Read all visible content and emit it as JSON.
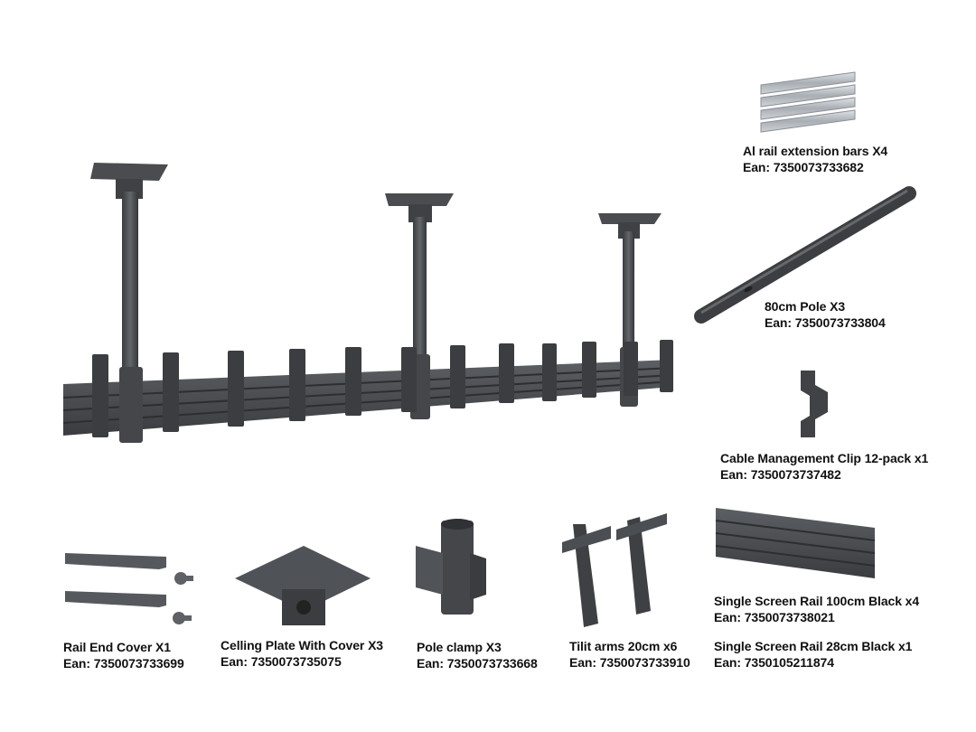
{
  "parts": [
    {
      "id": "ext-bars",
      "name": "Al rail extension bars X4",
      "ean": "Ean: 7350073733682"
    },
    {
      "id": "pole",
      "name": "80cm Pole X3",
      "ean": "Ean: 7350073733804"
    },
    {
      "id": "clip",
      "name": "Cable Management Clip 12-pack x1",
      "ean": "Ean: 7350073737482"
    },
    {
      "id": "rail-100",
      "name": "Single Screen Rail 100cm Black x4",
      "ean": "Ean: 7350073738021"
    },
    {
      "id": "rail-28",
      "name": "Single Screen Rail 28cm Black x1",
      "ean": "Ean: 7350105211874"
    },
    {
      "id": "end-cover",
      "name": "Rail End Cover X1",
      "ean": "Ean: 7350073733699"
    },
    {
      "id": "ceiling-plate",
      "name": "Celling Plate With Cover X3",
      "ean": "Ean: 7350073735075"
    },
    {
      "id": "pole-clamp",
      "name": "Pole clamp X3",
      "ean": "Ean: 7350073733668"
    },
    {
      "id": "tilt-arms",
      "name": "Tilit arms 20cm x6",
      "ean": "Ean: 7350073733910"
    }
  ],
  "colors": {
    "metal_dark": "#3d3f42",
    "metal_mid": "#55585c",
    "metal_light": "#6b6e72",
    "aluminium": "#b9bec4"
  }
}
